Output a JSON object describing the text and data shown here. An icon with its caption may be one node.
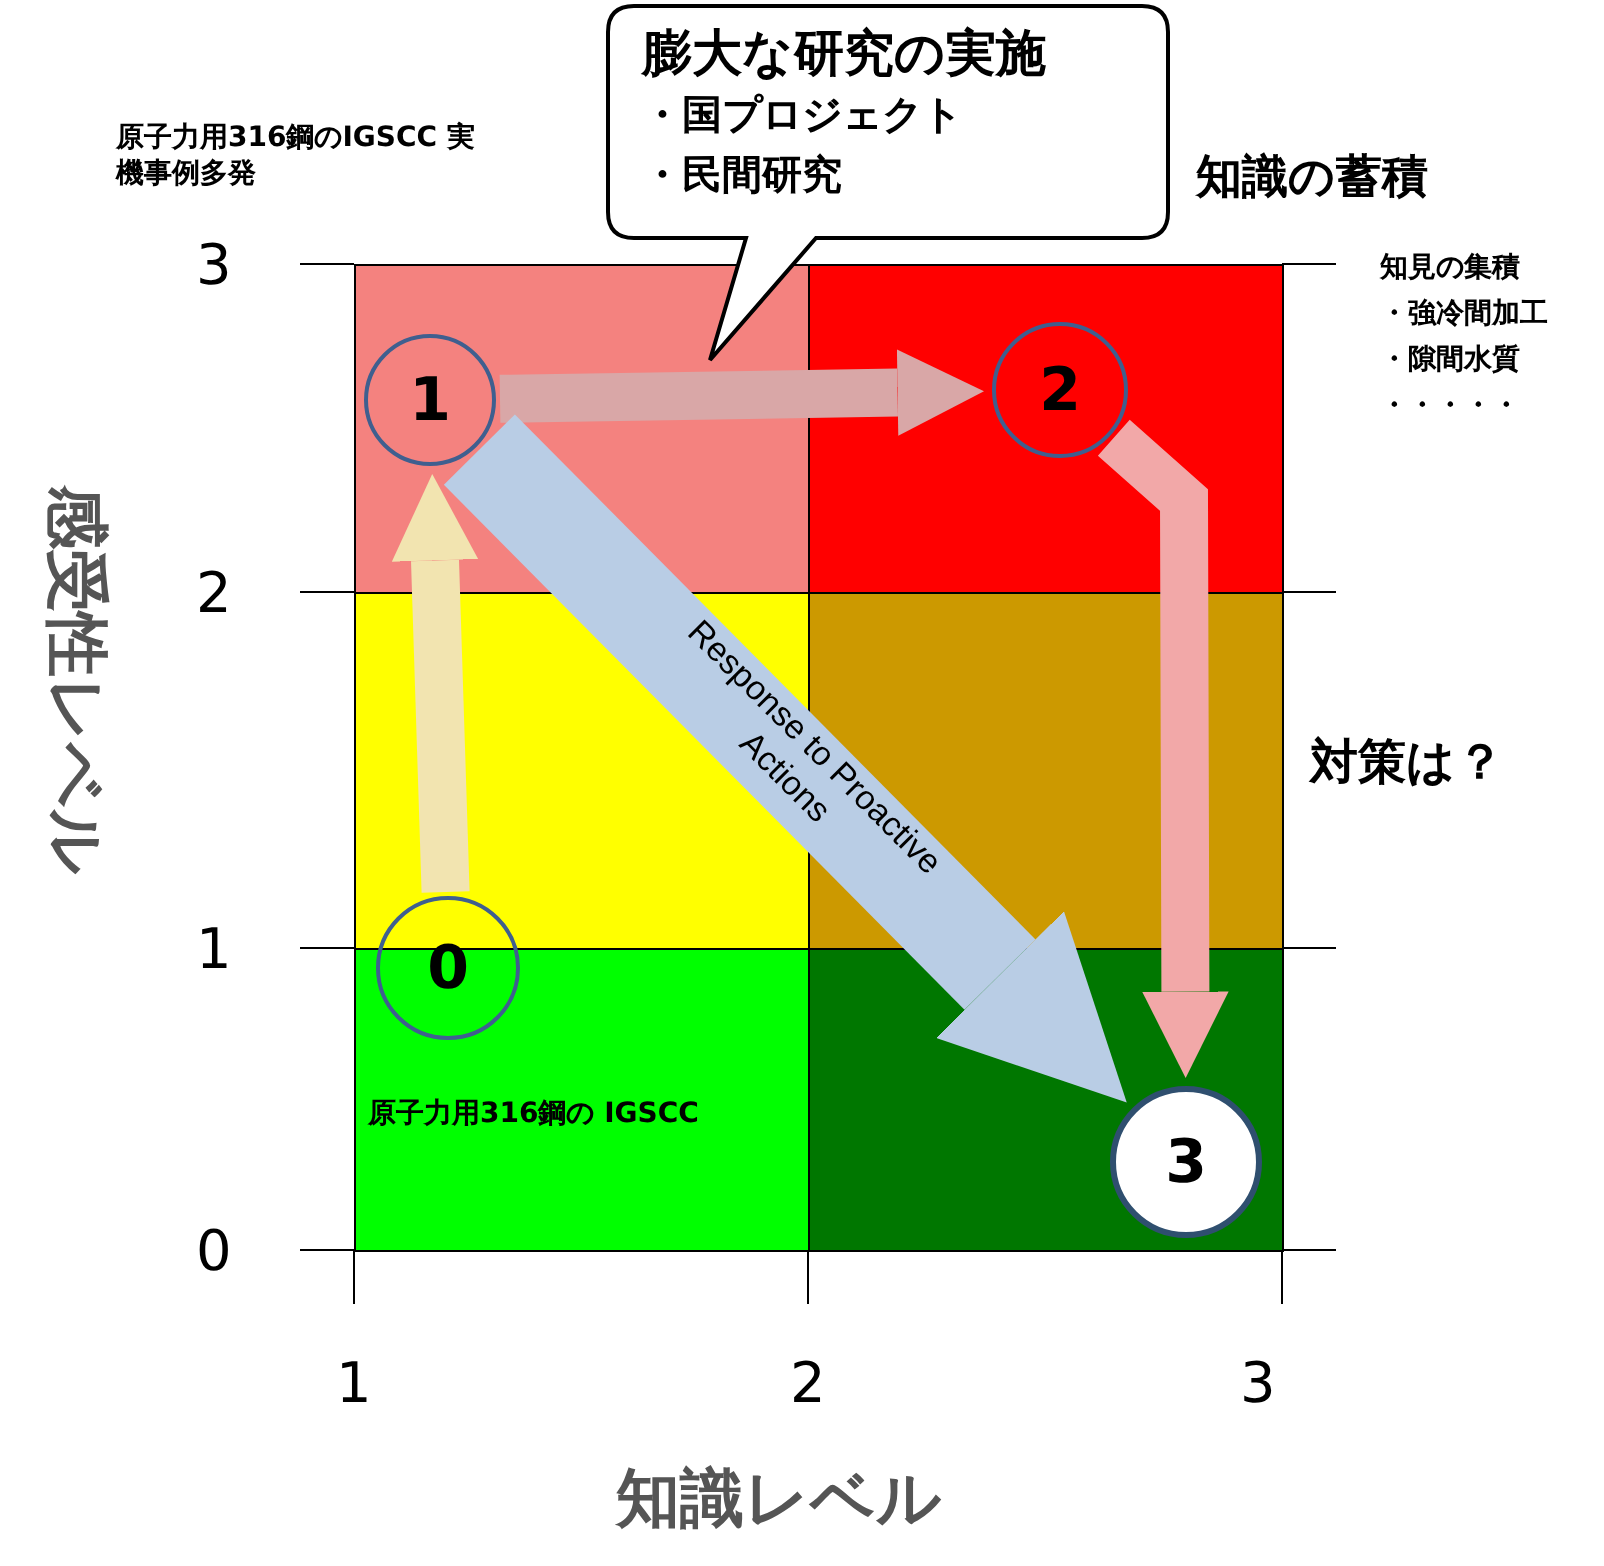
{
  "diagram": {
    "nodes": [
      {
        "text": [
          "1"
        ]
      },
      {
        "text": [
          "2"
        ]
      },
      {
        "text": [
          "0"
        ]
      },
      {
        "text": [
          "3"
        ]
      },
      {
        "text": [
          "膨大な研究の実施",
          "・国プロジェクト",
          "・民間研究"
        ]
      }
    ],
    "edges": [
      {
        "from": 2,
        "to": 0,
        "arrow": "to",
        "color": "#f2e4b0"
      },
      {
        "from": 0,
        "to": 1,
        "arrow": "to",
        "color": "#d9a7a7"
      },
      {
        "from": 1,
        "to": 3,
        "arrow": "to",
        "color": "#f2a8a8"
      },
      {
        "from": 0,
        "to": 3,
        "arrow": "to",
        "style": "thick",
        "color": "#b9cde5",
        "label": "Response to Proactive Actions"
      }
    ],
    "labels": [
      "原子力用316鋼のIGSCC 実機事例多発",
      "知識の蓄積",
      "知見の集積",
      "・強冷間加工",
      "・隙間水質",
      "・・・・・",
      "3",
      "2",
      "対策は？",
      "1",
      "原子力用316鋼の IGSCC",
      "0",
      "感受性レベル",
      "1",
      "2",
      "3",
      "知識レベル"
    ]
  }
}
